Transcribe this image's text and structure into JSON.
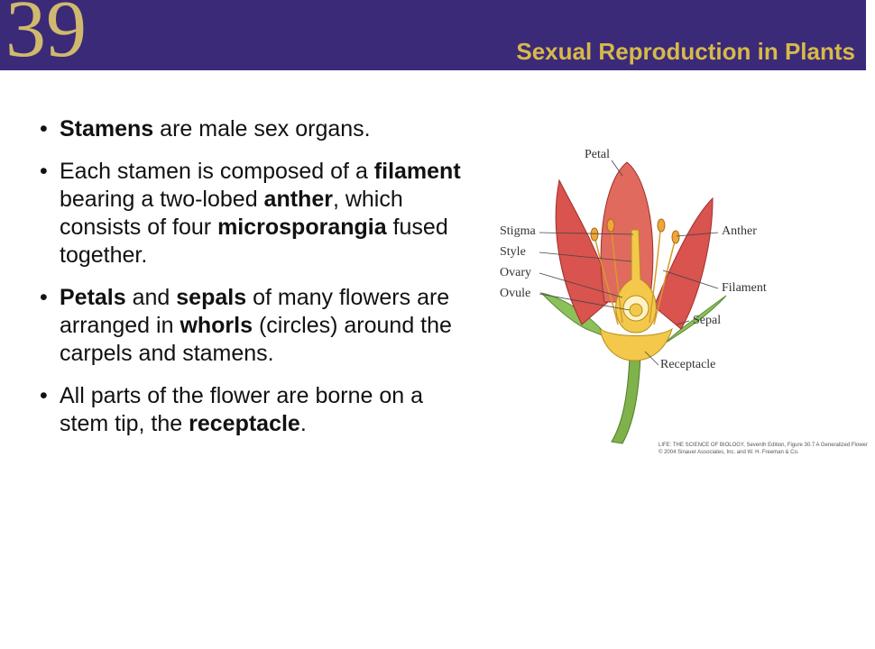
{
  "header": {
    "chapter_number": "39",
    "title": "Sexual Reproduction in Plants",
    "bar_color": "#3b2a78",
    "title_color": "#d7b94a"
  },
  "bullets": [
    {
      "parts": [
        {
          "text": "Stamens",
          "bold": true
        },
        {
          "text": " are male sex organs.",
          "bold": false
        }
      ]
    },
    {
      "parts": [
        {
          "text": "Each stamen is composed of a ",
          "bold": false
        },
        {
          "text": "filament",
          "bold": true
        },
        {
          "text": " bearing a two-lobed ",
          "bold": false
        },
        {
          "text": "anther",
          "bold": true
        },
        {
          "text": ", which consists of four ",
          "bold": false
        },
        {
          "text": "microsporangia",
          "bold": true
        },
        {
          "text": " fused together.",
          "bold": false
        }
      ]
    },
    {
      "parts": [
        {
          "text": "Petals",
          "bold": true
        },
        {
          "text": " and ",
          "bold": false
        },
        {
          "text": "sepals",
          "bold": true
        },
        {
          "text": " of many flowers are arranged in ",
          "bold": false
        },
        {
          "text": "whorls",
          "bold": true
        },
        {
          "text": " (circles) around the carpels and stamens.",
          "bold": false
        }
      ]
    },
    {
      "parts": [
        {
          "text": "All parts of the flower are borne on a stem tip, the ",
          "bold": false
        },
        {
          "text": "receptacle",
          "bold": true
        },
        {
          "text": ".",
          "bold": false
        }
      ]
    }
  ],
  "figure": {
    "labels": {
      "petal": "Petal",
      "stigma": "Stigma",
      "style": "Style",
      "ovary": "Ovary",
      "ovule": "Ovule",
      "anther": "Anther",
      "filament": "Filament",
      "sepal": "Sepal",
      "receptacle": "Receptacle"
    },
    "credit_line1": "LIFE: THE SCIENCE OF BIOLOGY, Seventh Edition, Figure 30.7 A Generalized Flower",
    "credit_line2": "© 2004 Sinauer Associates, Inc. and W. H. Freeman & Co."
  }
}
